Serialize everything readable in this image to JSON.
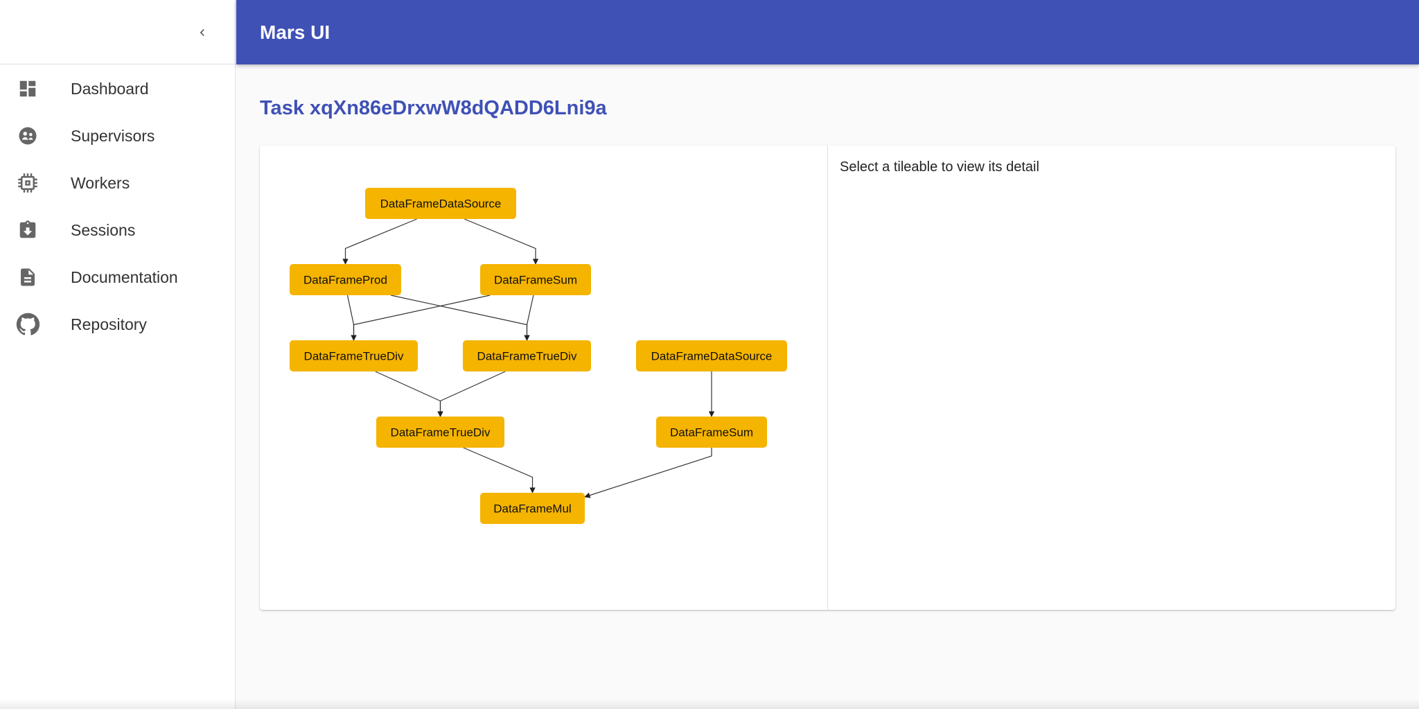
{
  "app": {
    "title": "Mars UI"
  },
  "sidebar": {
    "items": [
      {
        "label": "Dashboard",
        "icon": "dashboard-icon"
      },
      {
        "label": "Supervisors",
        "icon": "supervisor-icon"
      },
      {
        "label": "Workers",
        "icon": "chip-icon"
      },
      {
        "label": "Sessions",
        "icon": "clipboard-download-icon"
      },
      {
        "label": "Documentation",
        "icon": "document-icon"
      },
      {
        "label": "Repository",
        "icon": "github-icon"
      }
    ]
  },
  "main": {
    "task_title": "Task xqXn86eDrxwW8dQADD6Lni9a",
    "detail_placeholder": "Select a tileable to view its detail"
  },
  "graph": {
    "nodes": [
      {
        "id": "n1",
        "label": "DataFrameDataSource"
      },
      {
        "id": "n2",
        "label": "DataFrameProd"
      },
      {
        "id": "n3",
        "label": "DataFrameSum"
      },
      {
        "id": "n4",
        "label": "DataFrameTrueDiv"
      },
      {
        "id": "n5",
        "label": "DataFrameTrueDiv"
      },
      {
        "id": "n6",
        "label": "DataFrameDataSource"
      },
      {
        "id": "n7",
        "label": "DataFrameTrueDiv"
      },
      {
        "id": "n8",
        "label": "DataFrameSum"
      },
      {
        "id": "n9",
        "label": "DataFrameMul"
      }
    ],
    "edges": [
      [
        "n1",
        "n2"
      ],
      [
        "n1",
        "n3"
      ],
      [
        "n2",
        "n4"
      ],
      [
        "n2",
        "n5"
      ],
      [
        "n3",
        "n4"
      ],
      [
        "n3",
        "n5"
      ],
      [
        "n4",
        "n7"
      ],
      [
        "n5",
        "n7"
      ],
      [
        "n6",
        "n8"
      ],
      [
        "n7",
        "n9"
      ],
      [
        "n8",
        "n9"
      ]
    ]
  },
  "colors": {
    "primary": "#3f51b5",
    "node_fill": "#f5b400"
  }
}
